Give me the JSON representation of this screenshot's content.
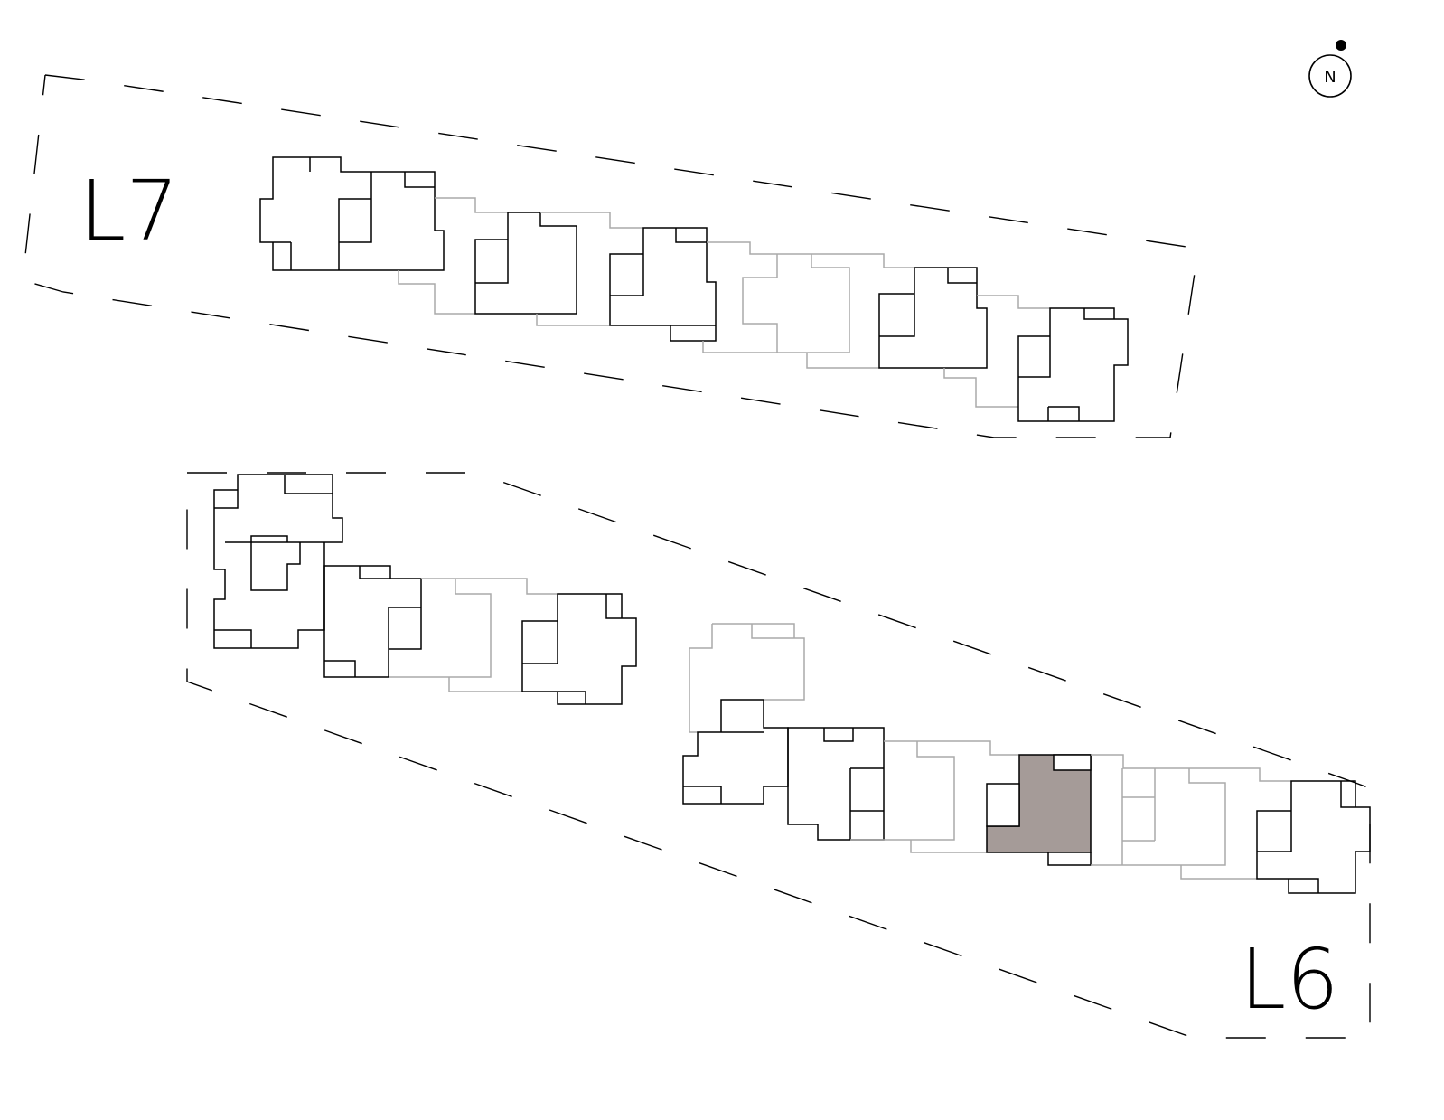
{
  "labels": {
    "upper_level": "L7",
    "lower_level": "L6"
  },
  "compass": {
    "letter": "N",
    "icon": "north-arrow-icon"
  },
  "colors": {
    "highlight_unit": "#a59b98",
    "active_outline": "#000000",
    "inactive_outline": "#aaaaaa"
  }
}
